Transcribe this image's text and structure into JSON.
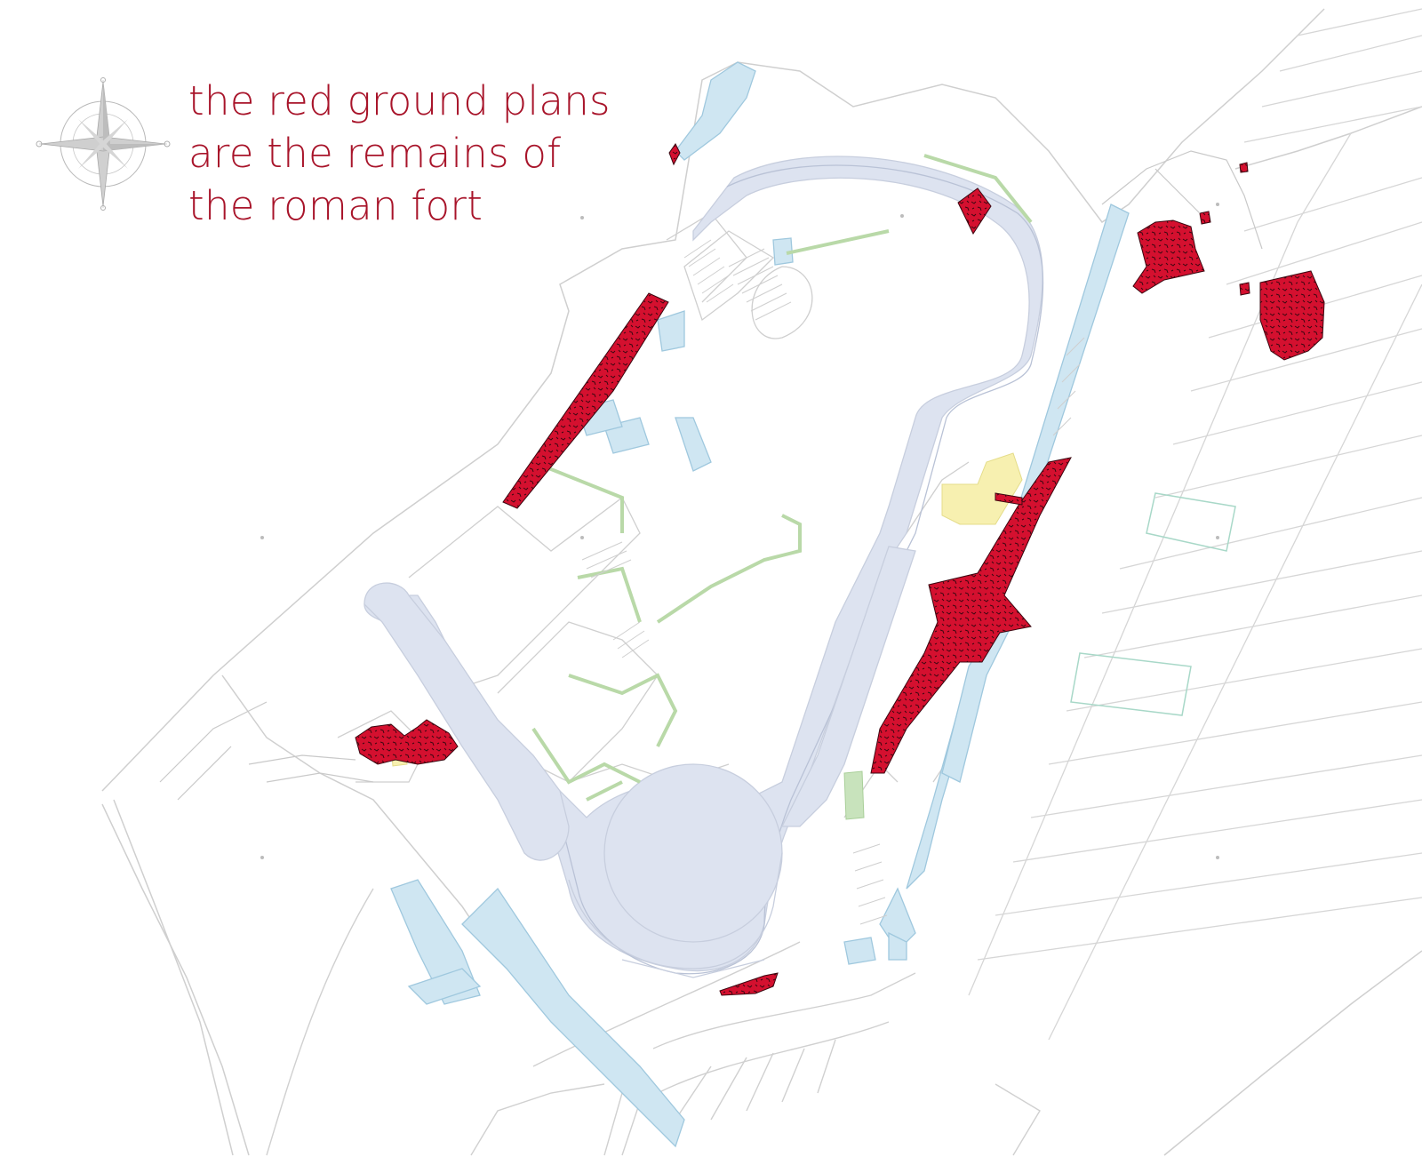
{
  "caption": {
    "lines": [
      "the red ground plans",
      "are the remains of",
      "the roman fort"
    ]
  },
  "icons": {
    "compass": "compass-rose-icon"
  },
  "colors": {
    "caption": "#a8142a",
    "roman_remains": "#d4102f",
    "remains_texture": "#3b0710",
    "wall_lines": "#c9c9c9",
    "track": "#dde3f0",
    "track_edge": "#c7cede",
    "water": "#cfe6f2",
    "water_edge": "#9fc8de",
    "green_paths": "#b9d9a8",
    "yellow_area": "#f7f0b0",
    "compass": "#b8b8b8",
    "background": "#ffffff"
  }
}
